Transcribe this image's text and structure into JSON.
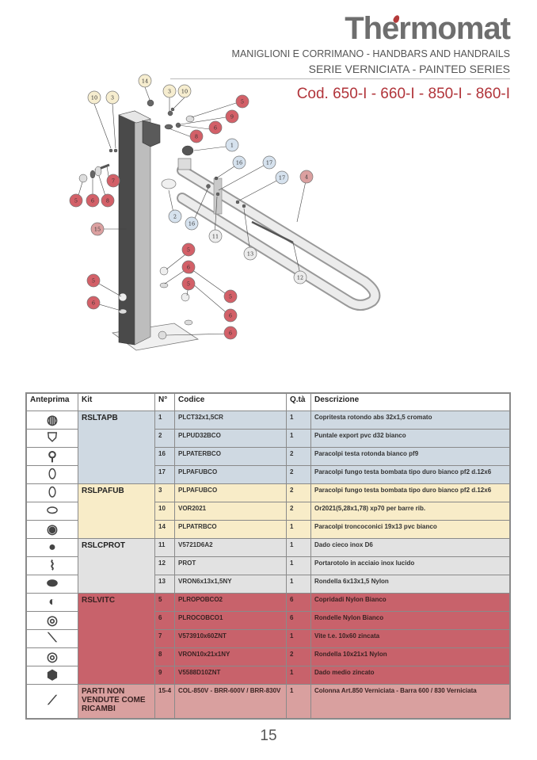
{
  "header": {
    "brand": "Thermomat",
    "subtitle_line1": "MANIGLIONI E CORRIMANO - HANDBARS AND HANDRAILS",
    "subtitle_line2": "SERIE VERNICIATA - PAINTED SERIES",
    "codes": "Cod. 650-I - 660-I -  850-I - 860-I"
  },
  "colors": {
    "accent_red": "#b1343a",
    "group_blue": "#cfd9e2",
    "group_yellow": "#f8ecc8",
    "group_grey": "#e2e2e2",
    "group_red": "#c8626b",
    "group_pink": "#d9a09f"
  },
  "diagram": {
    "callouts": [
      {
        "n": "14",
        "color": "yellow"
      },
      {
        "n": "3",
        "color": "yellow"
      },
      {
        "n": "10",
        "color": "yellow"
      },
      {
        "n": "10",
        "color": "yellow"
      },
      {
        "n": "3",
        "color": "yellow"
      },
      {
        "n": "5",
        "color": "red"
      },
      {
        "n": "9",
        "color": "red"
      },
      {
        "n": "6",
        "color": "red"
      },
      {
        "n": "8",
        "color": "red"
      },
      {
        "n": "7",
        "color": "red"
      },
      {
        "n": "5",
        "color": "red"
      },
      {
        "n": "6",
        "color": "red"
      },
      {
        "n": "8",
        "color": "red"
      },
      {
        "n": "1",
        "color": "blue"
      },
      {
        "n": "16",
        "color": "blue"
      },
      {
        "n": "17",
        "color": "blue"
      },
      {
        "n": "17",
        "color": "blue"
      },
      {
        "n": "2",
        "color": "blue"
      },
      {
        "n": "16",
        "color": "blue"
      },
      {
        "n": "11",
        "color": "grey"
      },
      {
        "n": "13",
        "color": "grey"
      },
      {
        "n": "12",
        "color": "grey"
      },
      {
        "n": "4",
        "color": "pink"
      },
      {
        "n": "15",
        "color": "pink"
      },
      {
        "n": "5",
        "color": "red"
      },
      {
        "n": "6",
        "color": "red"
      },
      {
        "n": "5",
        "color": "red"
      },
      {
        "n": "5",
        "color": "red"
      },
      {
        "n": "6",
        "color": "red"
      },
      {
        "n": "5",
        "color": "red"
      },
      {
        "n": "6",
        "color": "red"
      },
      {
        "n": "6",
        "color": "red"
      }
    ]
  },
  "table": {
    "headers": {
      "preview": "Anteprima",
      "kit": "Kit",
      "num": "N°",
      "code": "Codice",
      "qty": "Q.tà",
      "desc": "Descrizione"
    },
    "groups": [
      {
        "kit": "RSLTAPB",
        "color": "blue",
        "rows": [
          {
            "icon": "cap-chrome-icon",
            "num": "1",
            "code": "PLCT32x1,5CR",
            "qty": "1",
            "desc": "Copritesta rotondo abs 32x1,5 cromato"
          },
          {
            "icon": "end-cap-icon",
            "num": "2",
            "code": "PLPUD32BCO",
            "qty": "1",
            "desc": "Puntale export pvc d32 bianco"
          },
          {
            "icon": "bumper-round-icon",
            "num": "16",
            "code": "PLPATERBCO",
            "qty": "2",
            "desc": "Paracolpi testa rotonda bianco pf9"
          },
          {
            "icon": "bumper-mushroom-icon",
            "num": "17",
            "code": "PLPAFUBCO",
            "qty": "2",
            "desc": "Paracolpi fungo testa bombata tipo duro bianco pf2 d.12x6"
          }
        ]
      },
      {
        "kit": "RSLPAFUB",
        "color": "yellow",
        "rows": [
          {
            "icon": "bumper-mushroom-icon",
            "num": "3",
            "code": "PLPAFUBCO",
            "qty": "2",
            "desc": "Paracolpi fungo testa bombata tipo duro bianco pf2 d.12x6"
          },
          {
            "icon": "o-ring-icon",
            "num": "10",
            "code": "VOR2021",
            "qty": "2",
            "desc": "Or2021(5,28x1,78) xp70 per barre rib."
          },
          {
            "icon": "bumper-conical-icon",
            "num": "14",
            "code": "PLPATRBCO",
            "qty": "1",
            "desc": "Paracolpi troncoconici 19x13 pvc bianco"
          }
        ]
      },
      {
        "kit": "RSLCPROT",
        "color": "grey",
        "rows": [
          {
            "icon": "cap-nut-icon",
            "num": "11",
            "code": "V5721D6A2",
            "qty": "1",
            "desc": "Dado cieco inox D6"
          },
          {
            "icon": "roll-holder-icon",
            "num": "12",
            "code": "PROT",
            "qty": "1",
            "desc": "Portarotolo in acciaio inox lucido"
          },
          {
            "icon": "washer-small-icon",
            "num": "13",
            "code": "VRON6x13x1,5NY",
            "qty": "1",
            "desc": "Rondella 6x13x1,5 Nylon"
          }
        ]
      },
      {
        "kit": "RSLVITC",
        "color": "red",
        "rows": [
          {
            "icon": "nut-cover-icon",
            "num": "5",
            "code": "PLROPOBCO2",
            "qty": "6",
            "desc": "Copridadi Nylon Bianco"
          },
          {
            "icon": "washer-icon",
            "num": "6",
            "code": "PLROCOBCO1",
            "qty": "6",
            "desc": "Rondelle Nylon Bianco"
          },
          {
            "icon": "bolt-icon",
            "num": "7",
            "code": "V573910x60ZNT",
            "qty": "1",
            "desc": "Vite t.e. 10x60 zincata"
          },
          {
            "icon": "washer-icon",
            "num": "8",
            "code": "VRON10x21x1NY",
            "qty": "2",
            "desc": "Rondella 10x21x1 Nylon"
          },
          {
            "icon": "hex-nut-icon",
            "num": "9",
            "code": "V5588D10ZNT",
            "qty": "1",
            "desc": "Dado medio zincato"
          }
        ]
      },
      {
        "kit": "PARTI NON VENDUTE COME RICAMBI",
        "color": "pink",
        "rows": [
          {
            "icon": "column-bar-icon",
            "num": "15-4",
            "code": "COL-850V - BRR-600V / BRR-830V",
            "qty": "1",
            "desc": "Colonna Art.850 Verniciata - Barra 600 / 830 Verniciata"
          }
        ]
      }
    ]
  },
  "footer": {
    "page_number": "15"
  }
}
